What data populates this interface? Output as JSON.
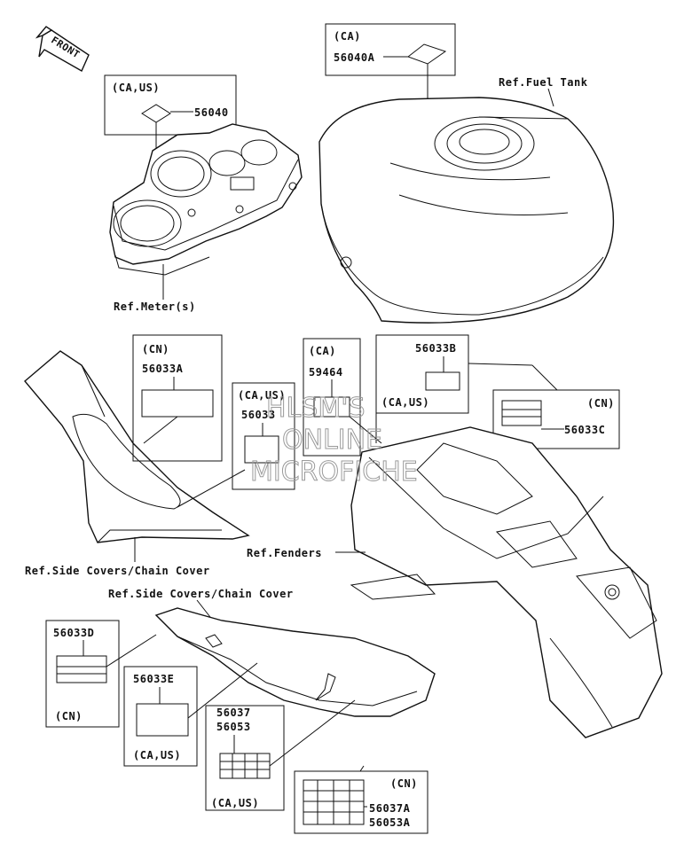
{
  "front_arrow": "FRONT",
  "watermark": [
    "HLSM'S",
    "ONLINE",
    "MICROFICHE"
  ],
  "refs": {
    "fuel_tank": "Ref.Fuel Tank",
    "meter": "Ref.Meter(s)",
    "side_covers_1": "Ref.Side Covers/Chain Cover",
    "side_covers_2": "Ref.Side Covers/Chain Cover",
    "fenders": "Ref.Fenders"
  },
  "parts": {
    "p56040A": {
      "region": "(CA)",
      "number": "56040A"
    },
    "p56040": {
      "region": "(CA,US)",
      "number": "56040"
    },
    "p56033A": {
      "region": "(CN)",
      "number": "56033A"
    },
    "p56033": {
      "region": "(CA,US)",
      "number": "56033"
    },
    "p59464": {
      "region": "(CA)",
      "number": "59464"
    },
    "p56033B": {
      "region": "(CA,US)",
      "number": "56033B"
    },
    "p56033C": {
      "region": "(CN)",
      "number": "56033C"
    },
    "p56033D": {
      "region": "(CN)",
      "number": "56033D"
    },
    "p56033E": {
      "region": "(CA,US)",
      "number": "56033E"
    },
    "p56037": {
      "region": "(CA,US)",
      "number_1": "56037",
      "number_2": "56053"
    },
    "p56037A": {
      "region": "(CN)",
      "number_1": "56037A",
      "number_2": "56053A"
    }
  }
}
